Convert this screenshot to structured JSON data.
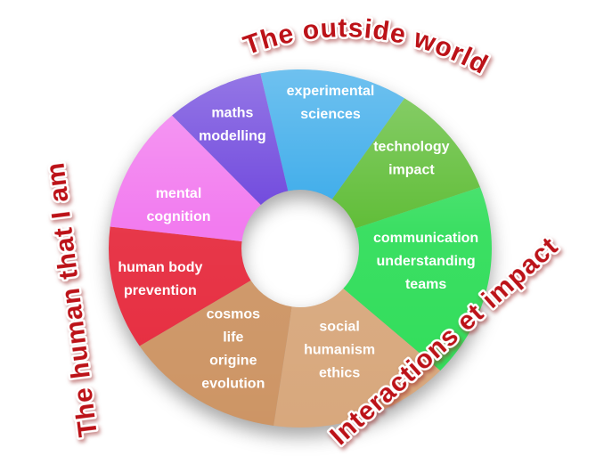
{
  "page": {
    "background": "#FFFFFF"
  },
  "chart_data": {
    "type": "pie",
    "variant": "donut",
    "label_text_color": "#FFFFFF",
    "title_color": "#BC1218",
    "title_outline_color": "#FFFFFF",
    "slices": [
      {
        "id": "experimental-sciences",
        "label": "experimental sciences",
        "lines": [
          "experimental",
          "sciences"
        ],
        "color": "#2BA4E8",
        "start_deg": -12,
        "end_deg": 33,
        "label_angle": 11,
        "label_f": 0.83
      },
      {
        "id": "technology-impact",
        "label": "technology impact",
        "lines": [
          "technology",
          "impact"
        ],
        "color": "#56B92B",
        "start_deg": 33,
        "end_deg": 70,
        "label_angle": 49,
        "label_f": 0.77
      },
      {
        "id": "communication-understanding-teams",
        "label": "communication understanding teams",
        "lines": [
          "communication",
          "understanding",
          "teams"
        ],
        "color": "#2FDD59",
        "start_deg": 70,
        "end_deg": 133,
        "label_angle": 96,
        "label_f": 0.66
      },
      {
        "id": "social-humanism-ethics",
        "label": "social humanism ethics",
        "lines": [
          "social",
          "humanism",
          "ethics"
        ],
        "color": "#D8A87D",
        "start_deg": 133,
        "end_deg": 188,
        "label_angle": 160,
        "label_f": 0.6
      },
      {
        "id": "cosmos-life-origine-evolution",
        "label": "cosmos life origine evolution",
        "lines": [
          "cosmos",
          "life",
          "origine",
          "evolution"
        ],
        "color": "#CD9565",
        "start_deg": 188,
        "end_deg": 237,
        "label_angle": 212,
        "label_f": 0.66
      },
      {
        "id": "human-body-prevention",
        "label": "human body prevention",
        "lines": [
          "human body",
          "prevention"
        ],
        "color": "#E62B3E",
        "start_deg": 237,
        "end_deg": 277,
        "label_angle": 257,
        "label_f": 0.75
      },
      {
        "id": "mental-cognition",
        "label": "mental cognition",
        "lines": [
          "mental",
          "cognition"
        ],
        "color": "#F172EE",
        "start_deg": 277,
        "end_deg": 318,
        "label_angle": 291,
        "label_f": 0.68
      },
      {
        "id": "maths-modelling",
        "label": "maths modelling",
        "lines": [
          "maths",
          "modelling"
        ],
        "color": "#6338DA",
        "start_deg": 318,
        "end_deg": 348,
        "label_angle": 333,
        "label_f": 0.78
      }
    ],
    "titles": [
      {
        "id": "outside-world",
        "text": "The outside world"
      },
      {
        "id": "interactions-impact",
        "text": "Interactions et impact"
      },
      {
        "id": "human-that-i-am",
        "text": "The human that I am"
      }
    ]
  }
}
